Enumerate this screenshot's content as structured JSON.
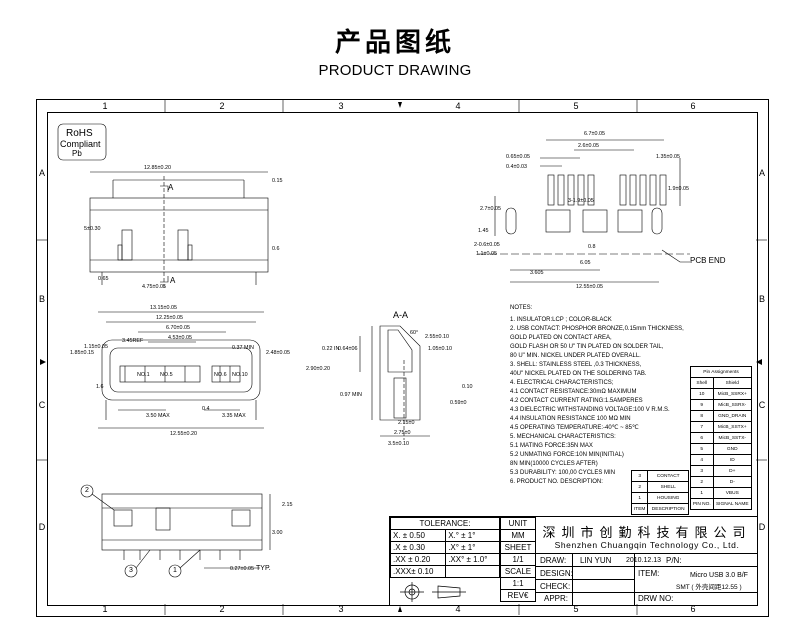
{
  "header": {
    "title_cn": "产品图纸",
    "title_en": "PRODUCT DRAWING"
  },
  "zones": {
    "columns": [
      "1",
      "2",
      "3",
      "4",
      "5",
      "6"
    ],
    "rows": [
      "A",
      "B",
      "C",
      "D"
    ]
  },
  "rohs": {
    "line1": "RoHS",
    "line2": "Compliant",
    "line3": "Pb"
  },
  "top_view_dims": [
    "12.85±0.20",
    "0.15",
    "5±0.30",
    "0.6",
    "0.65",
    "4.75±0.05",
    "A",
    "A"
  ],
  "front_view_dims": [
    "13.15±0.05",
    "12.25±0.05",
    "6.70±0.05",
    "4.53±0.05",
    "3.45REF",
    "0.37 MIN",
    "1.85±0.15",
    "1.15±0.05",
    "2.48±0.05",
    "NO.1",
    "NO.5",
    "NO.6",
    "NO.10",
    "3.50 MAX",
    "3.35 MAX",
    "12.55±0.20",
    "1.6",
    "0.4"
  ],
  "section_view_dims": [
    "A-A",
    "2.55±0.10",
    "1.05±0.10",
    "0.22 IN",
    "0.64±06",
    "2.90±0.20",
    "0.97 MIN",
    "0.10",
    "0.59±0",
    "2.15±0",
    "2.75±0",
    "3.5±0.10",
    "60°"
  ],
  "pcb_layout_dims": [
    "6.7±0.05",
    "2.6±0.05",
    "0.65±0.05",
    "0.4±0.03",
    "3-1.9±0.05",
    "1.35±0.05",
    "1.45",
    "2.7±0.05",
    "1.9±0.05",
    "2-0.6±0.05",
    "1.1±0.05",
    "0.8",
    "6.05",
    "3.605",
    "12.55±0.05",
    "PCB END"
  ],
  "bottom_view_dims": [
    "2",
    "3",
    "1",
    "0.27±0.05",
    "TYP.",
    "3.00",
    "2.15"
  ],
  "notes": [
    "NOTES:",
    "1. INSULATOR:LCP ; COLOR-BLACK",
    "2. USB CONTACT: PHOSPHOR BRONZE,0.15mm THICKNESS,",
    "   GOLD PLATED ON CONTACT AREA,",
    "   GOLD FLASH OR 50 U\" TIN PLATED ON SOLDER TAIL,",
    "   80 U\" MIN. NICKEL UNDER PLATED OVERALL.",
    "3. SHELL: STAINLESS STEEL ,0.3 THICKNESS,",
    "   40U\" NICKEL PLATED ON THE SOLDERING TAB.",
    "4. ELECTRICAL CHARACTERISTICS;",
    "   4.1 CONTACT RESISTANCE:30mΩ MAXIMUM",
    "   4.2 CONTACT CURRENT RATING:1.5AMPERES",
    "   4.3 DIELECTRIC WITHSTANDING VOLTAGE:100 V R.M.S.",
    "   4.4 INSULATION RESISTANCE 100 MΩ MIN",
    "   4.5 OPERATING TEMPERATURE:-40℃ ~ 85℃",
    "5. MECHANICAL CHARACTERISTICS:",
    "   5.1 MATING FORCE:35N MAX",
    "   5.2 UNMATING FORCE:10N MIN(INITIAL)",
    "                      8N MIN(10000 CYCLES AFTER)",
    "   5.3 DURABILITY: 100,00 CYCLES MIN",
    "6. PRODUCT NO. DESCRIPTION:"
  ],
  "pin_table": {
    "title": "Pin Assignments",
    "headers": [
      "Shell",
      "Shield"
    ],
    "rows": [
      [
        "10",
        "MicB_SSRX+"
      ],
      [
        "9",
        "MicB_SSRX-"
      ],
      [
        "8",
        "GND_DRAIN"
      ],
      [
        "7",
        "MicB_SSTX+"
      ],
      [
        "6",
        "MicB_SSTX-"
      ],
      [
        "5",
        "GND"
      ],
      [
        "4",
        "ID"
      ],
      [
        "3",
        "D+"
      ],
      [
        "2",
        "D-"
      ],
      [
        "1",
        "VBUS"
      ]
    ],
    "footer": [
      "PIN NO.",
      "SIGNAL NAME"
    ]
  },
  "parts_table": {
    "rows": [
      [
        "3",
        "CONTACT"
      ],
      [
        "2",
        "SHELL"
      ],
      [
        "1",
        "HOUSING"
      ]
    ],
    "footer": [
      "ITEM",
      "DESCRIPTION"
    ]
  },
  "title_block": {
    "tolerance_label": "TOLERANCE:",
    "tolerances": [
      [
        "X. ± 0.50",
        "X.° ± 1°"
      ],
      [
        ".X ± 0.30",
        ".X° ± 1°"
      ],
      [
        ".XX ± 0.20",
        ".XX° ± 1.0°"
      ],
      [
        ".XXX± 0.10",
        ""
      ]
    ],
    "unit_label": "UNIT",
    "unit_value": "MM",
    "sheet_label": "SHEET",
    "sheet_value": "1/1",
    "scale_label": "SCALE",
    "scale_value": "1:1",
    "rev_label": "REV€",
    "company_cn": "深圳市创勤科技有限公司",
    "company_en": "Shenzhen Chuangqin Technology Co., Ltd.",
    "draw_label": "DRAW:",
    "draw_value": "LIN YUN",
    "date_value": "2010.12.13",
    "pn_label": "P/N:",
    "design_label": "DESIGN:",
    "check_label": "CHECK:",
    "appr_label": "APPR:",
    "item_label": "ITEM:",
    "item_value_1": "Micro USB 3.0 B/F",
    "item_value_2": "SMT ( 外壳间距12.55 )",
    "drw_label": "DRW NO:"
  }
}
